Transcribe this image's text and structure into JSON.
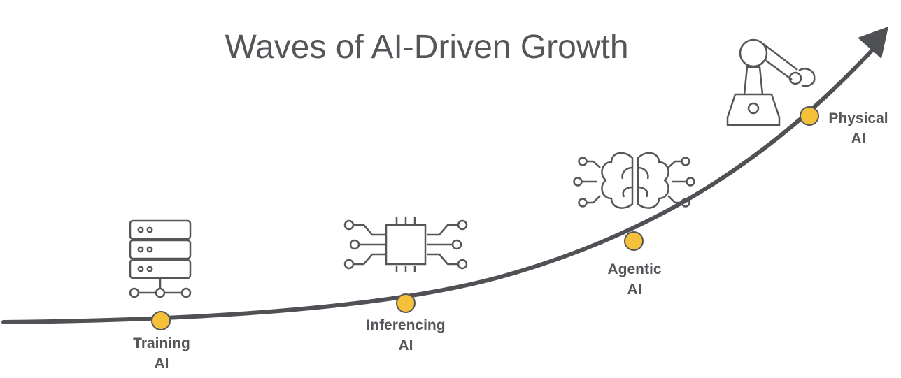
{
  "title": "Waves of AI-Driven Growth",
  "colors": {
    "curve": "#505154",
    "dot_fill": "#F5C13A",
    "dot_stroke": "#555659",
    "icon_stroke": "#555659",
    "text": "#555659"
  },
  "stages": [
    {
      "line1": "Training",
      "line2": "AI",
      "icon": "server-stack-icon"
    },
    {
      "line1": "Inferencing",
      "line2": "AI",
      "icon": "microchip-icon"
    },
    {
      "line1": "Agentic",
      "line2": "AI",
      "icon": "brain-icon"
    },
    {
      "line1": "Physical",
      "line2": "AI",
      "icon": "robot-arm-icon"
    }
  ]
}
